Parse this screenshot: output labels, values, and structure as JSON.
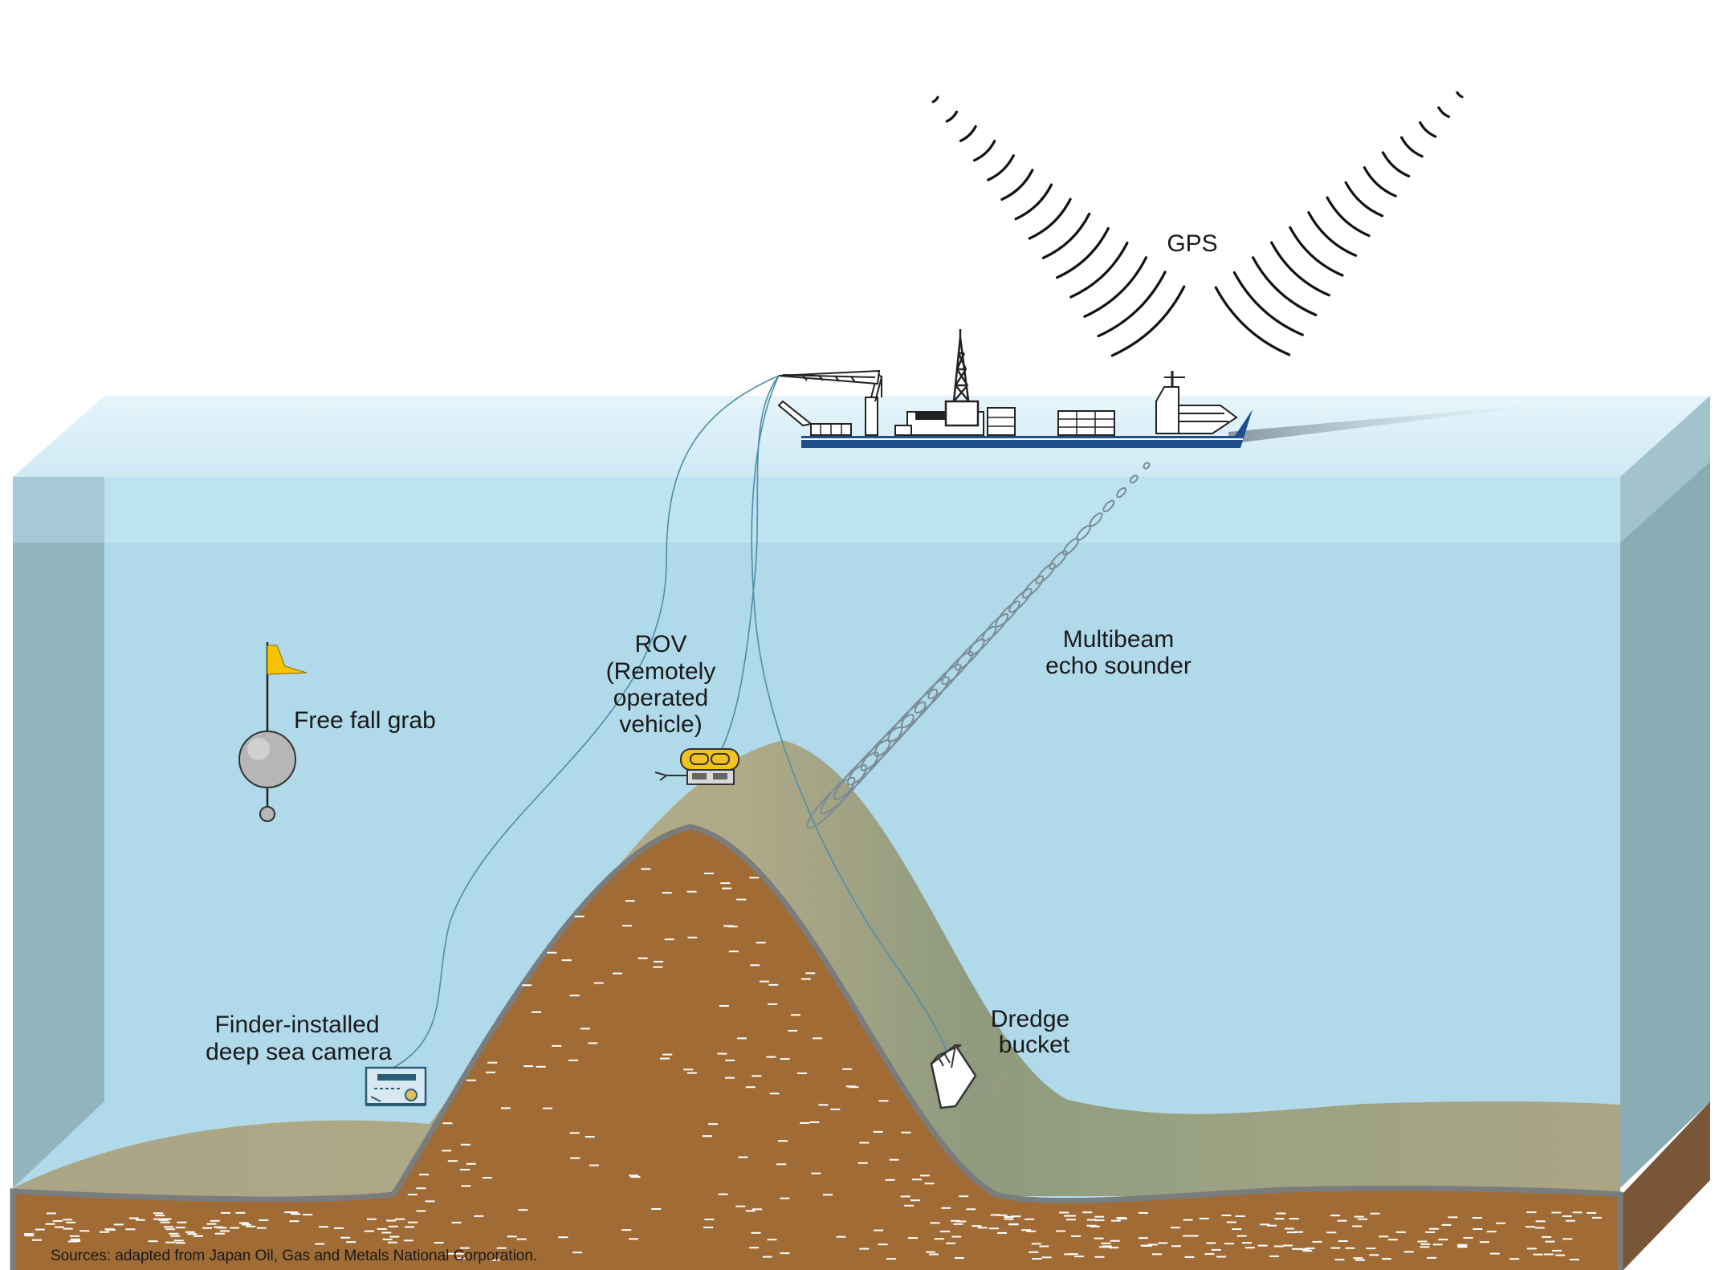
{
  "labels": {
    "gps": "GPS",
    "multibeam_1": "Multibeam",
    "multibeam_2": "echo sounder",
    "rov_1": "ROV",
    "rov_2": "(Remotely",
    "rov_3": "operated",
    "rov_4": "vehicle)",
    "free_fall_grab": "Free fall grab",
    "camera_1": "Finder-installed",
    "camera_2": "deep sea camera",
    "dredge_1": "Dredge",
    "dredge_2": "bucket"
  },
  "source": "Sources: adapted from Japan Oil, Gas and Metals National Corporation.",
  "colors": {
    "water_top": "#dcf0f8",
    "water_front": "#b0d9e9",
    "water_side": "#8cadb6",
    "sediment": "#aaa584",
    "rock": "#a06b34",
    "rock_side": "#7a5638",
    "ship_hull": "#1f4e8c",
    "rov_yellow": "#f2c31b",
    "flag_yellow": "#f5c400"
  },
  "icons": {
    "gps": "signal-wave-icon",
    "ship": "survey-ship-icon",
    "rov": "rov-icon",
    "grab": "free-fall-grab-icon",
    "camera": "deep-sea-camera-icon",
    "dredge": "dredge-bucket-icon"
  }
}
